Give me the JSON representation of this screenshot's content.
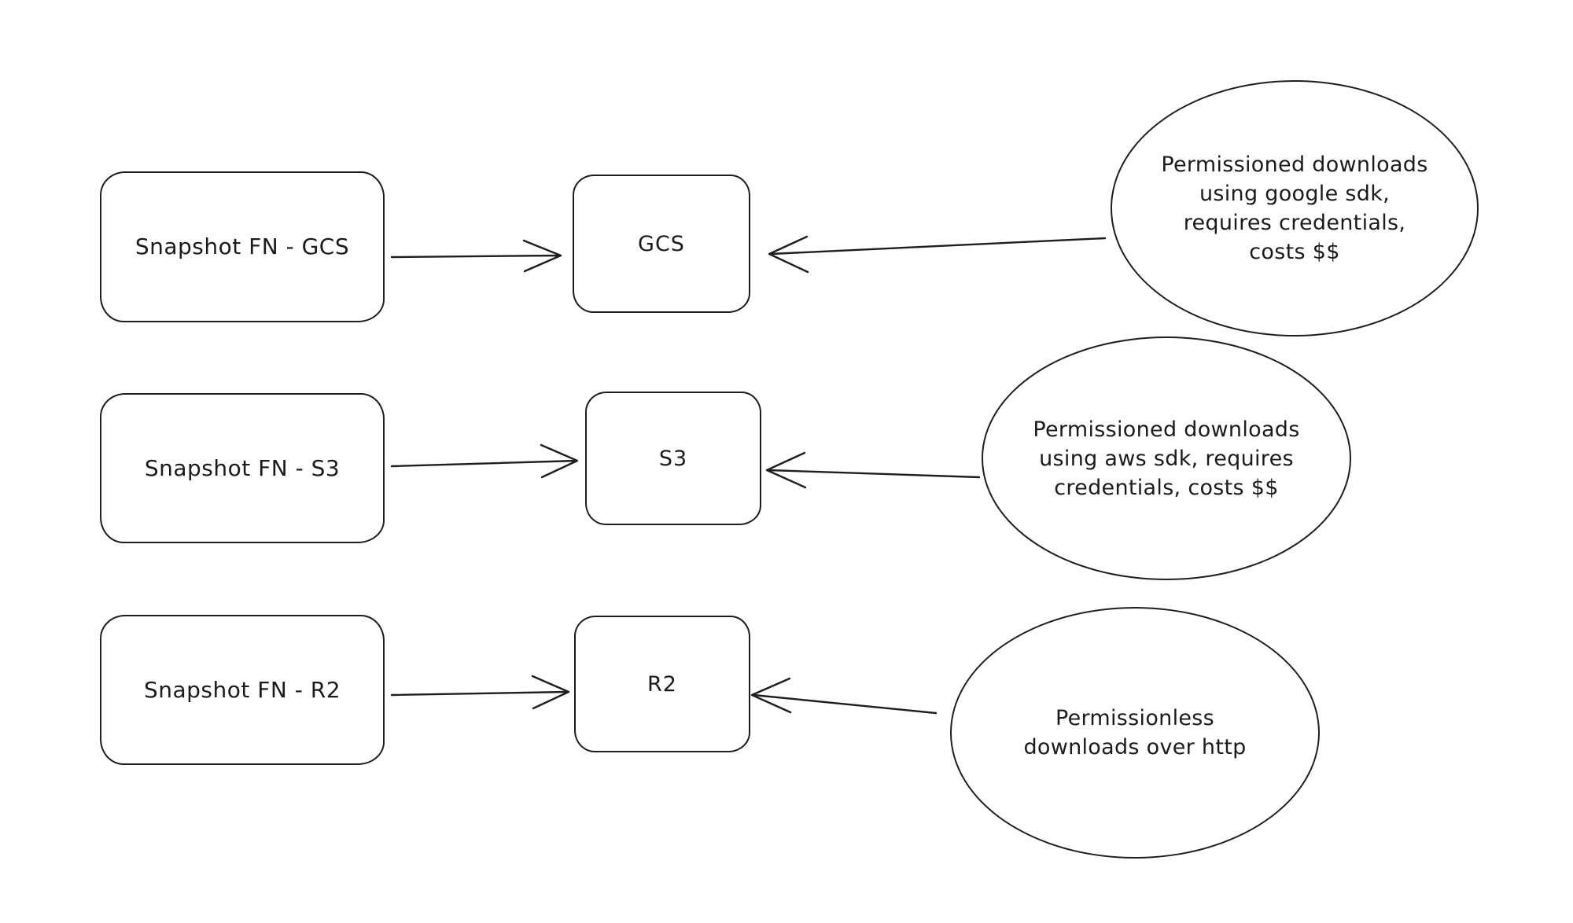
{
  "diagram": {
    "colors": {
      "stroke": "#1e1e1e",
      "background": "#ffffff",
      "text": "#1b1b1b"
    },
    "rows": [
      {
        "source_label": "Snapshot FN - GCS",
        "target_label": "GCS",
        "note_lines": [
          "Permissioned downloads",
          "using google sdk,",
          "requires credentials,",
          "costs $$"
        ]
      },
      {
        "source_label": "Snapshot FN - S3",
        "target_label": "S3",
        "note_lines": [
          "Permissioned downloads",
          "using aws sdk, requires",
          "credentials, costs $$"
        ]
      },
      {
        "source_label": "Snapshot FN - R2",
        "target_label": "R2",
        "note_lines": [
          "Permissionless",
          "downloads over http"
        ]
      }
    ]
  }
}
